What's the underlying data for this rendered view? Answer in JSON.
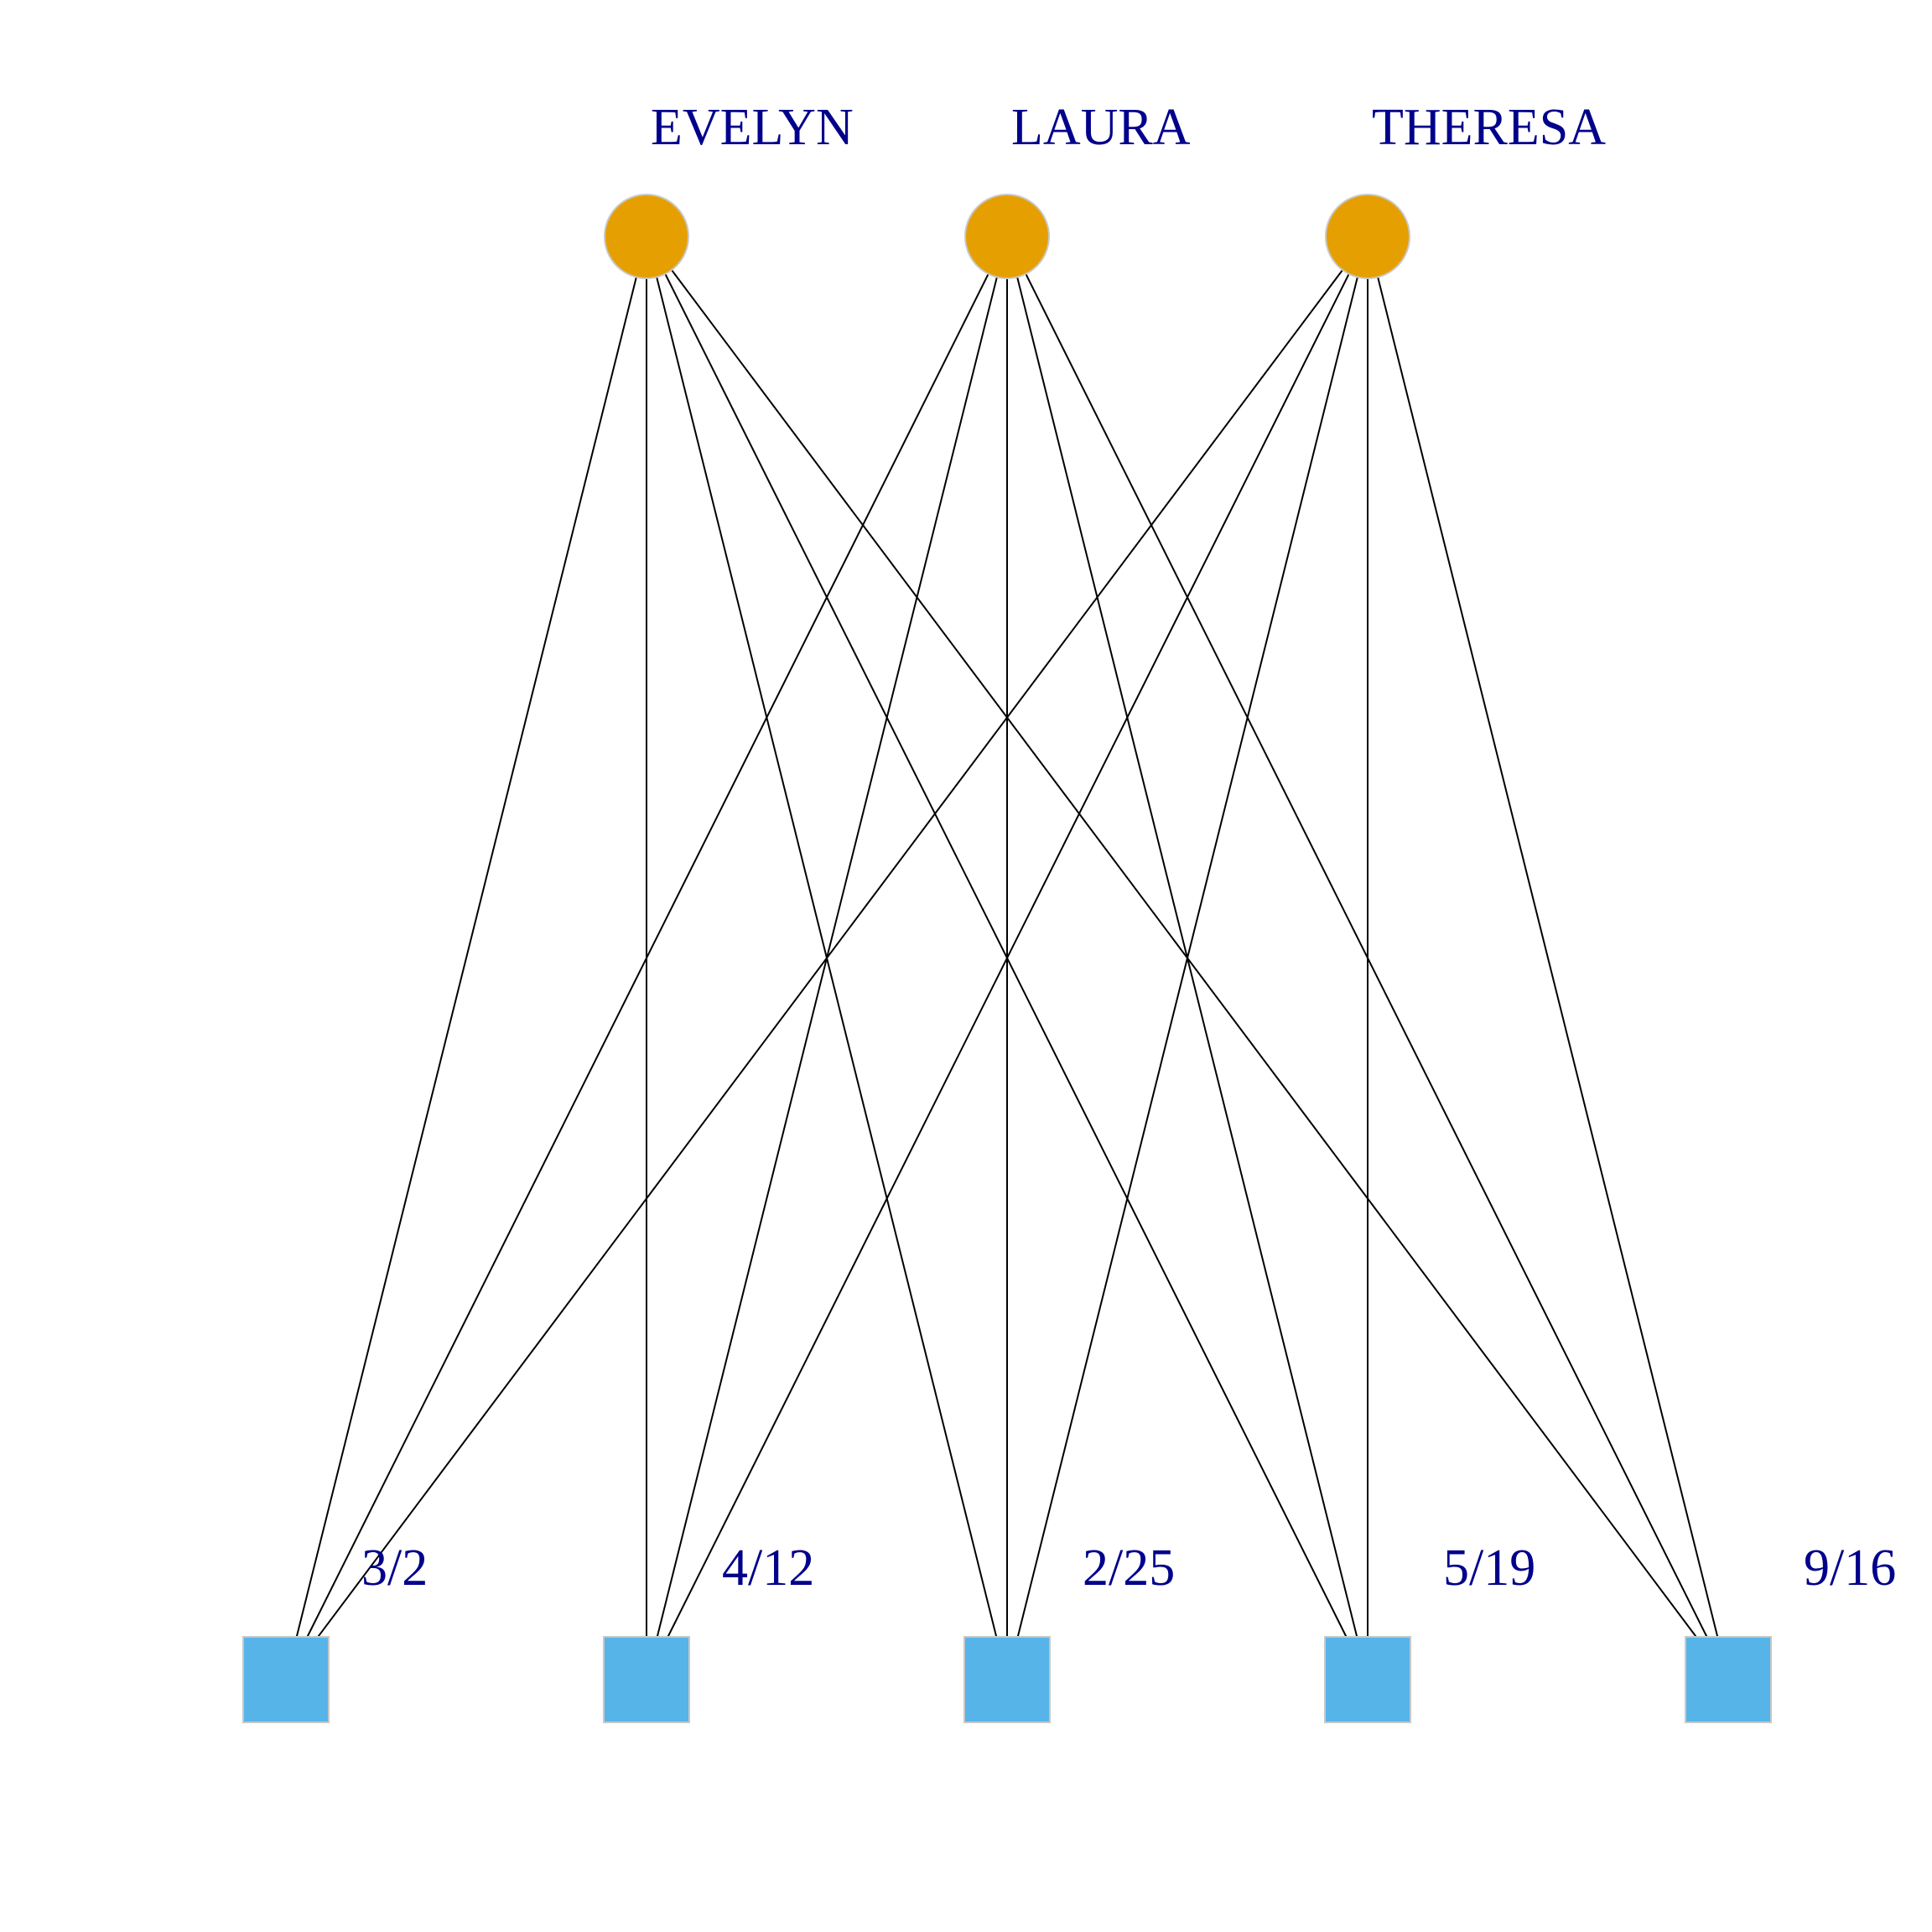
{
  "graph": {
    "people": [
      {
        "id": "EVELYN",
        "label": "EVELYN"
      },
      {
        "id": "LAURA",
        "label": "LAURA"
      },
      {
        "id": "THERESA",
        "label": "THERESA"
      }
    ],
    "events": [
      {
        "id": "3/2",
        "label": "3/2"
      },
      {
        "id": "4/12",
        "label": "4/12"
      },
      {
        "id": "2/25",
        "label": "2/25"
      },
      {
        "id": "5/19",
        "label": "5/19"
      },
      {
        "id": "9/16",
        "label": "9/16"
      }
    ],
    "edges": [
      [
        "EVELYN",
        "3/2"
      ],
      [
        "EVELYN",
        "4/12"
      ],
      [
        "EVELYN",
        "2/25"
      ],
      [
        "EVELYN",
        "5/19"
      ],
      [
        "EVELYN",
        "9/16"
      ],
      [
        "LAURA",
        "3/2"
      ],
      [
        "LAURA",
        "4/12"
      ],
      [
        "LAURA",
        "2/25"
      ],
      [
        "LAURA",
        "5/19"
      ],
      [
        "LAURA",
        "9/16"
      ],
      [
        "THERESA",
        "3/2"
      ],
      [
        "THERESA",
        "4/12"
      ],
      [
        "THERESA",
        "2/25"
      ],
      [
        "THERESA",
        "5/19"
      ],
      [
        "THERESA",
        "9/16"
      ]
    ],
    "colors": {
      "person": "#e69f00",
      "event": "#56b4e9",
      "label": "#00008b",
      "edge": "#000000"
    }
  }
}
